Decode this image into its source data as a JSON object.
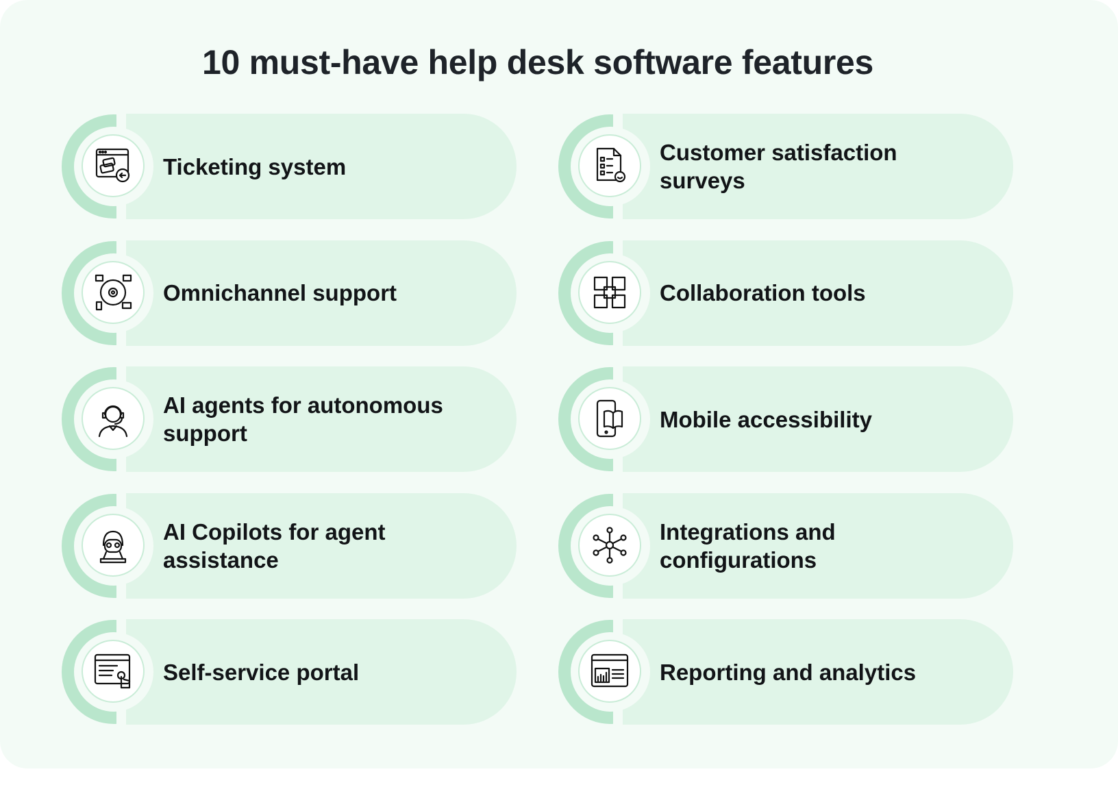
{
  "title": "10 must-have help desk software features",
  "features": [
    {
      "label": "Ticketing system",
      "icon": "ticket-window-icon"
    },
    {
      "label": "Customer satisfaction surveys",
      "icon": "survey-smiley-icon"
    },
    {
      "label": "Omnichannel support",
      "icon": "omnichannel-gear-icon"
    },
    {
      "label": "Collaboration tools",
      "icon": "collaboration-hands-icon"
    },
    {
      "label": "AI agents for autonomous support",
      "icon": "support-agent-headset-icon"
    },
    {
      "label": "Mobile accessibility",
      "icon": "mobile-book-icon"
    },
    {
      "label": "AI Copilots for agent assistance",
      "icon": "copilot-robot-icon"
    },
    {
      "label": "Integrations and configurations",
      "icon": "integrations-network-icon"
    },
    {
      "label": "Self-service portal",
      "icon": "self-service-click-icon"
    },
    {
      "label": "Reporting and analytics",
      "icon": "report-chart-icon"
    }
  ],
  "colors": {
    "background": "#f3fbf6",
    "card": "#e0f5e8",
    "accent": "#b9e6cc",
    "text": "#121417"
  }
}
